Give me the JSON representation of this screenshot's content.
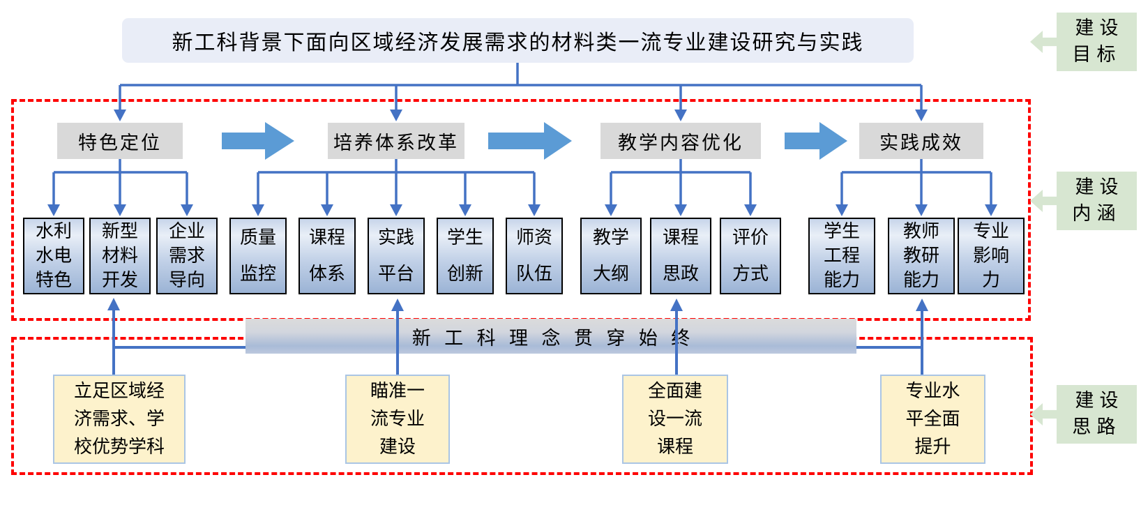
{
  "title": "新工科背景下面向区域经济发展需求的材料类一流专业建设研究与实践",
  "banner": "新工科理念贯穿始终",
  "side_labels": [
    {
      "lines": [
        "建设",
        "目标"
      ]
    },
    {
      "lines": [
        "建设",
        "内涵"
      ]
    },
    {
      "lines": [
        "建设",
        "思路"
      ]
    }
  ],
  "stages": [
    {
      "label": "特色定位",
      "children": [
        {
          "lines": [
            "水利",
            "水电",
            "特色"
          ]
        },
        {
          "lines": [
            "新型",
            "材料",
            "开发"
          ]
        },
        {
          "lines": [
            "企业",
            "需求",
            "导向"
          ]
        }
      ]
    },
    {
      "label": "培养体系改革",
      "children": [
        {
          "lines": [
            "质量",
            "监控"
          ]
        },
        {
          "lines": [
            "课程",
            "体系"
          ]
        },
        {
          "lines": [
            "实践",
            "平台"
          ]
        },
        {
          "lines": [
            "学生",
            "创新"
          ]
        },
        {
          "lines": [
            "师资",
            "队伍"
          ]
        }
      ]
    },
    {
      "label": "教学内容优化",
      "children": [
        {
          "lines": [
            "教学",
            "大纲"
          ]
        },
        {
          "lines": [
            "课程",
            "思政"
          ]
        },
        {
          "lines": [
            "评价",
            "方式"
          ]
        }
      ]
    },
    {
      "label": "实践成效",
      "children": [
        {
          "lines": [
            "学生",
            "工程",
            "能力"
          ]
        },
        {
          "lines": [
            "教师",
            "教研",
            "能力"
          ]
        },
        {
          "lines": [
            "专业",
            "影响",
            "力"
          ]
        }
      ]
    }
  ],
  "bottom_boxes": [
    {
      "lines": [
        "立足区域经",
        "济需求、学",
        "校优势学科"
      ]
    },
    {
      "lines": [
        "瞄准一",
        "流专业",
        "建设"
      ]
    },
    {
      "lines": [
        "全面建",
        "设一流",
        "课程"
      ]
    },
    {
      "lines": [
        "专业水",
        "平全面",
        "提升"
      ]
    }
  ],
  "colors": {
    "connector_blue": "#4472c4",
    "flow_arrow_blue": "#5b9bd5",
    "frame_red": "#fe0000",
    "stage_gray": "#d9d9d9",
    "idea_yellow": "#fdf2cc",
    "side_green": "#d7e6d1",
    "title_lavender": "#e9edf7"
  }
}
